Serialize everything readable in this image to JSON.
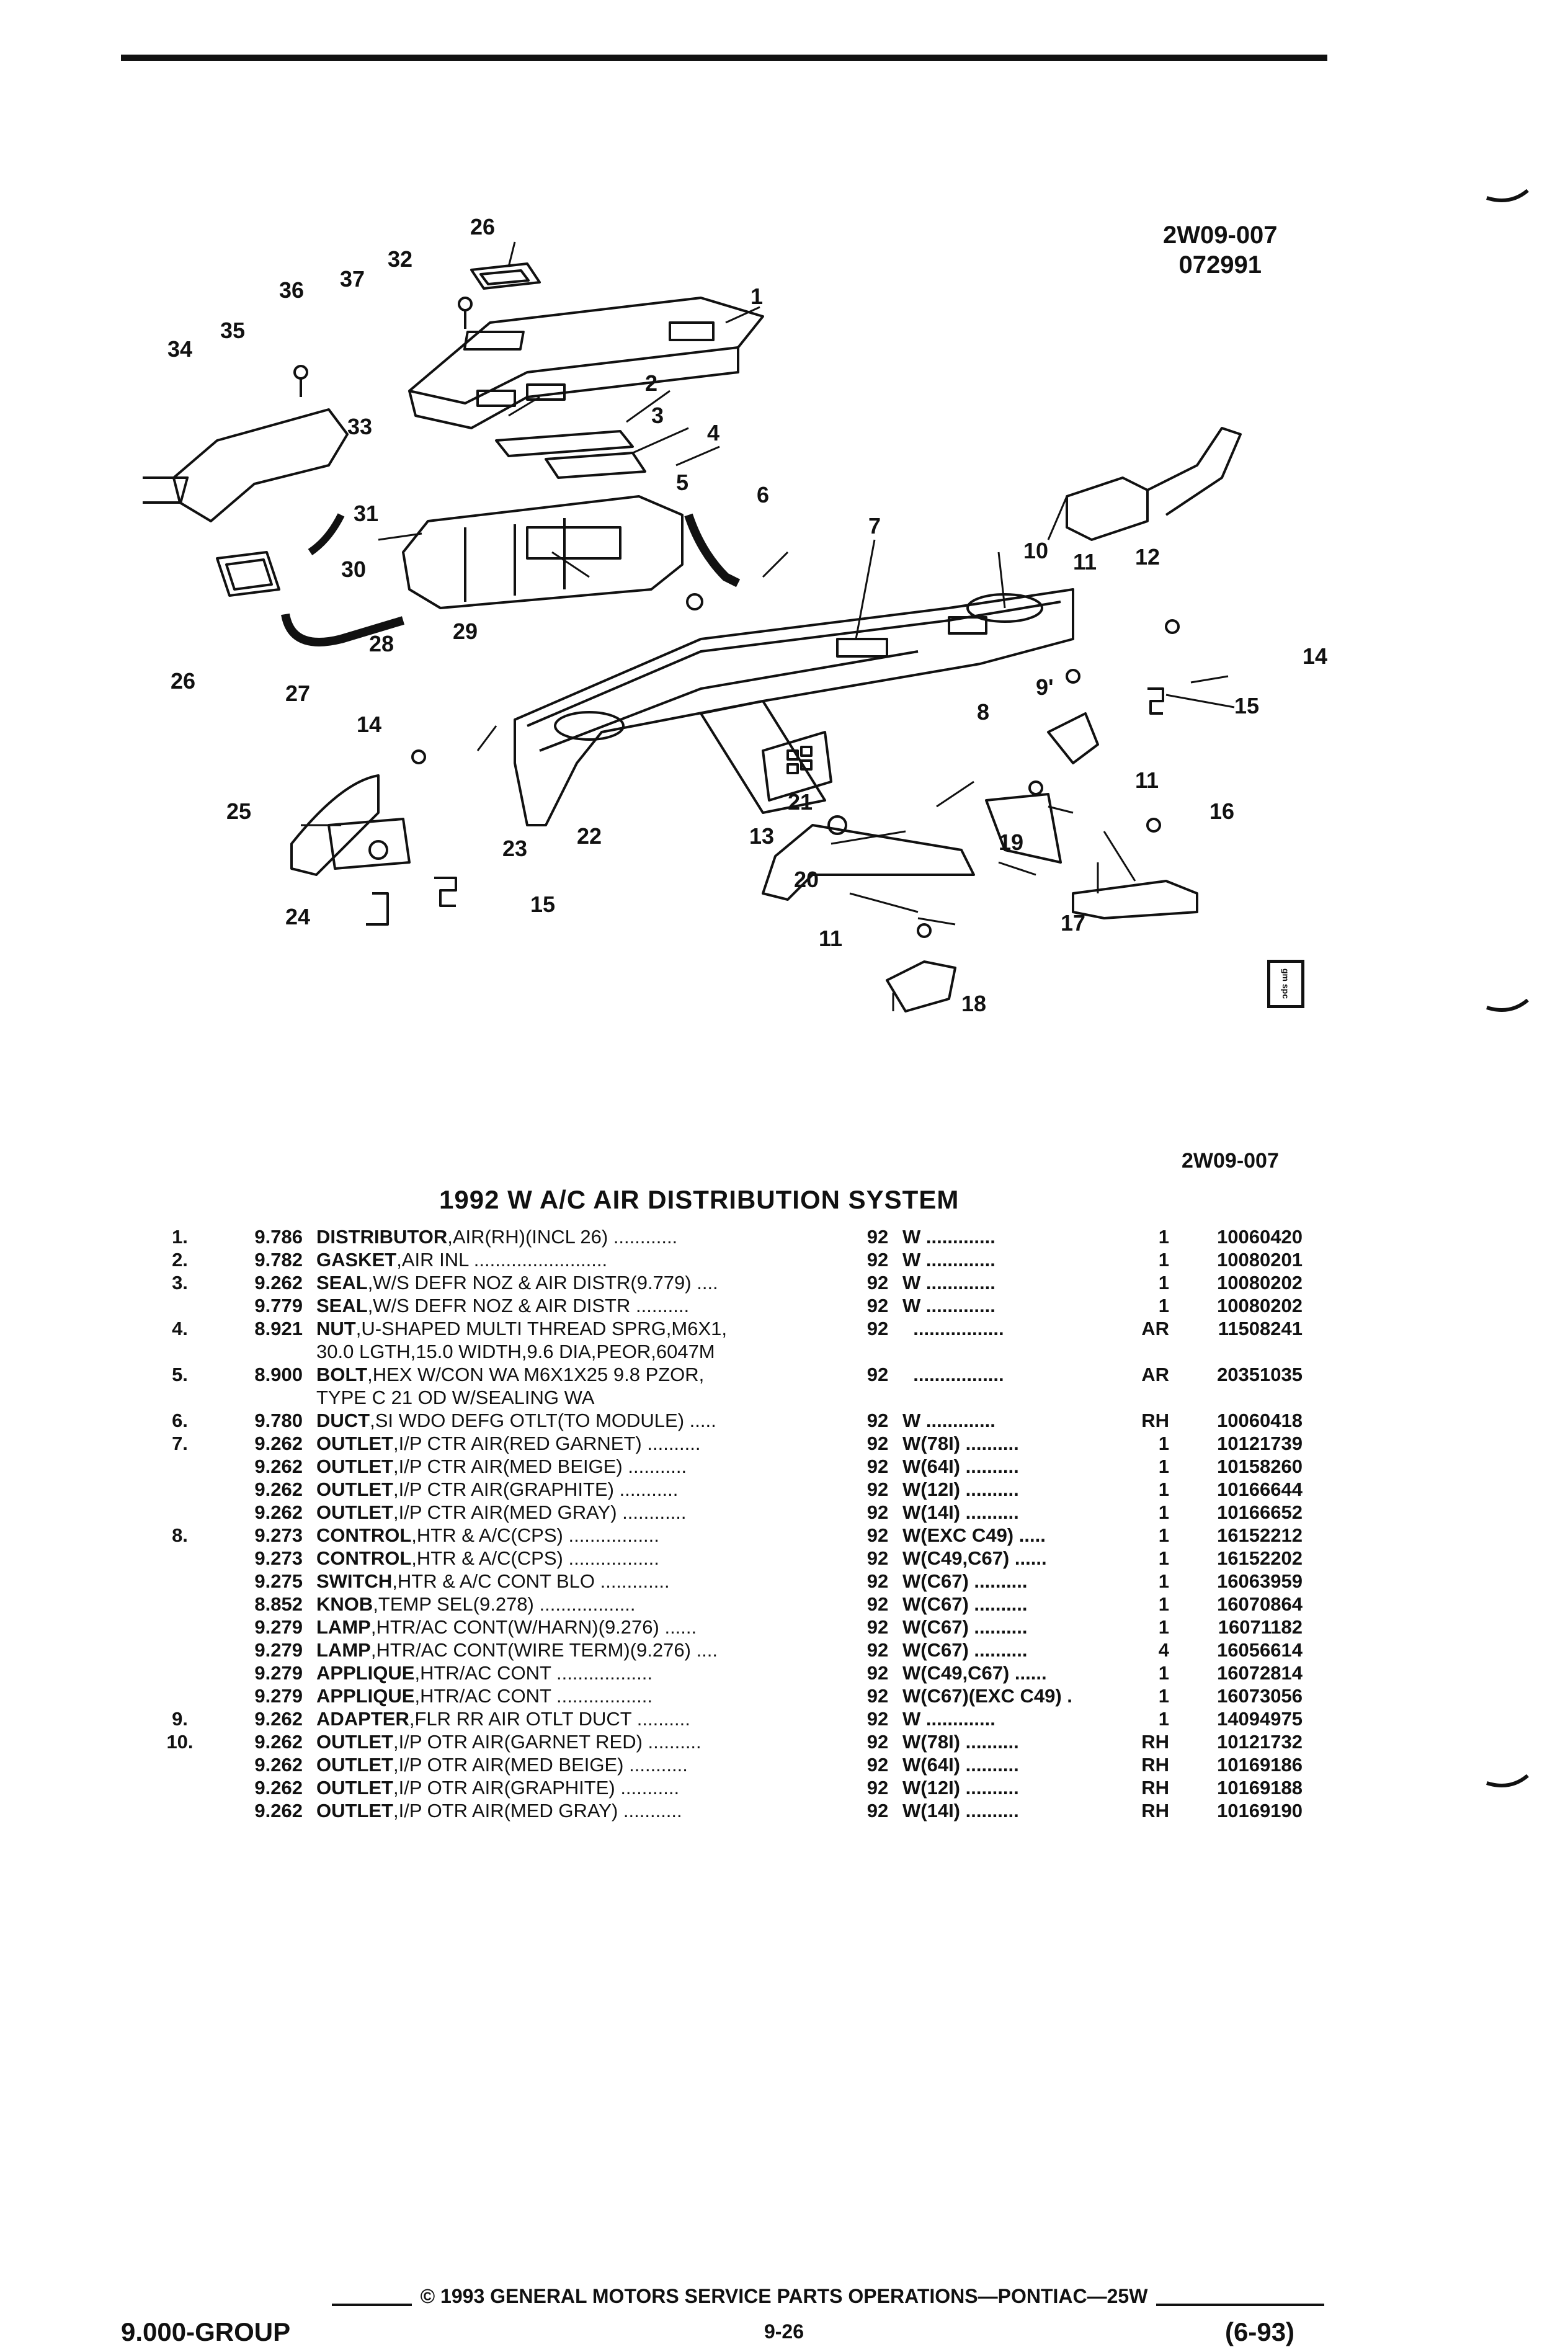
{
  "header": {
    "figure_code": "2W09-007",
    "figure_date": "072991"
  },
  "diagram": {
    "callouts": [
      "26",
      "32",
      "37",
      "36",
      "35",
      "34",
      "1",
      "2",
      "3",
      "4",
      "33",
      "31",
      "5",
      "6",
      "30",
      "7",
      "10",
      "11",
      "12",
      "14",
      "28",
      "29",
      "9'",
      "15",
      "26",
      "27",
      "8",
      "14",
      "11",
      "21",
      "25",
      "13",
      "23",
      "22",
      "19",
      "16",
      "20",
      "15",
      "24",
      "17",
      "11",
      "18"
    ],
    "badge_text": "gm spc"
  },
  "ref_code": "2W09-007",
  "section_title": "1992 W A/C AIR DISTRIBUTION SYSTEM",
  "parts": [
    {
      "item": "1.",
      "group": "9.786",
      "name": "DISTRIBUTOR",
      "desc": ",AIR(RH)(INCL 26)",
      "dots": " ............",
      "year": "92",
      "model": "W",
      "mdots": " .............",
      "qty": "1",
      "part": "10060420"
    },
    {
      "item": "2.",
      "group": "9.782",
      "name": "GASKET",
      "desc": ",AIR INL",
      "dots": " .........................",
      "year": "92",
      "model": "W",
      "mdots": " .............",
      "qty": "1",
      "part": "10080201"
    },
    {
      "item": "3.",
      "group": "9.262",
      "name": "SEAL",
      "desc": ",W/S DEFR NOZ & AIR DISTR(9.779)",
      "dots": " ....",
      "year": "92",
      "model": "W",
      "mdots": " .............",
      "qty": "1",
      "part": "10080202"
    },
    {
      "item": "",
      "group": "9.779",
      "name": "SEAL",
      "desc": ",W/S DEFR NOZ & AIR DISTR",
      "dots": " ..........",
      "year": "92",
      "model": "W",
      "mdots": " .............",
      "qty": "1",
      "part": "10080202"
    },
    {
      "item": "4.",
      "group": "8.921",
      "name": "NUT",
      "desc": ",U-SHAPED MULTI THREAD SPRG,M6X1,",
      "dots": "",
      "year": "92",
      "model": "",
      "mdots": "  .................",
      "qty": "AR",
      "part": "11508241"
    },
    {
      "item": "",
      "group": "",
      "name": "",
      "desc": "30.0 LGTH,15.0 WIDTH,9.6 DIA,PEOR,6047M",
      "dots": "",
      "year": "",
      "model": "",
      "mdots": "",
      "qty": "",
      "part": ""
    },
    {
      "item": "5.",
      "group": "8.900",
      "name": "BOLT",
      "desc": ",HEX W/CON WA M6X1X25 9.8 PZOR,",
      "dots": "",
      "year": "92",
      "model": "",
      "mdots": "  .................",
      "qty": "AR",
      "part": "20351035"
    },
    {
      "item": "",
      "group": "",
      "name": "",
      "desc": "TYPE C 21 OD W/SEALING WA",
      "dots": "",
      "year": "",
      "model": "",
      "mdots": "",
      "qty": "",
      "part": ""
    },
    {
      "item": "6.",
      "group": "9.780",
      "name": "DUCT",
      "desc": ",SI WDO DEFG OTLT(TO MODULE)",
      "dots": " .....",
      "year": "92",
      "model": "W",
      "mdots": " .............",
      "qty": "RH",
      "part": "10060418"
    },
    {
      "item": "7.",
      "group": "9.262",
      "name": "OUTLET",
      "desc": ",I/P CTR AIR(RED GARNET)",
      "dots": " ..........",
      "year": "92",
      "model": "W(78I)",
      "mdots": " ..........",
      "qty": "1",
      "part": "10121739"
    },
    {
      "item": "",
      "group": "9.262",
      "name": "OUTLET",
      "desc": ",I/P CTR AIR(MED BEIGE)",
      "dots": " ...........",
      "year": "92",
      "model": "W(64I)",
      "mdots": " ..........",
      "qty": "1",
      "part": "10158260"
    },
    {
      "item": "",
      "group": "9.262",
      "name": "OUTLET",
      "desc": ",I/P CTR AIR(GRAPHITE)",
      "dots": " ...........",
      "year": "92",
      "model": "W(12I)",
      "mdots": " ..........",
      "qty": "1",
      "part": "10166644"
    },
    {
      "item": "",
      "group": "9.262",
      "name": "OUTLET",
      "desc": ",I/P CTR AIR(MED GRAY)",
      "dots": " ............",
      "year": "92",
      "model": "W(14I)",
      "mdots": " ..........",
      "qty": "1",
      "part": "10166652"
    },
    {
      "item": "8.",
      "group": "9.273",
      "name": "CONTROL",
      "desc": ",HTR & A/C(CPS)",
      "dots": " .................",
      "year": "92",
      "model": "W(EXC C49)",
      "mdots": " .....",
      "qty": "1",
      "part": "16152212"
    },
    {
      "item": "",
      "group": "9.273",
      "name": "CONTROL",
      "desc": ",HTR & A/C(CPS)",
      "dots": " .................",
      "year": "92",
      "model": "W(C49,C67)",
      "mdots": " ......",
      "qty": "1",
      "part": "16152202"
    },
    {
      "item": "",
      "group": "9.275",
      "name": "SWITCH",
      "desc": ",HTR & A/C CONT BLO",
      "dots": " .............",
      "year": "92",
      "model": "W(C67)",
      "mdots": " ..........",
      "qty": "1",
      "part": "16063959"
    },
    {
      "item": "",
      "group": "8.852",
      "name": "KNOB",
      "desc": ",TEMP SEL(9.278)",
      "dots": " ..................",
      "year": "92",
      "model": "W(C67)",
      "mdots": " ..........",
      "qty": "1",
      "part": "16070864"
    },
    {
      "item": "",
      "group": "9.279",
      "name": "LAMP",
      "desc": ",HTR/AC CONT(W/HARN)(9.276)",
      "dots": " ......",
      "year": "92",
      "model": "W(C67)",
      "mdots": " ..........",
      "qty": "1",
      "part": "16071182"
    },
    {
      "item": "",
      "group": "9.279",
      "name": "LAMP",
      "desc": ",HTR/AC CONT(WIRE TERM)(9.276)",
      "dots": " ....",
      "year": "92",
      "model": "W(C67)",
      "mdots": " ..........",
      "qty": "4",
      "part": "16056614"
    },
    {
      "item": "",
      "group": "9.279",
      "name": "APPLIQUE",
      "desc": ",HTR/AC CONT",
      "dots": " ..................",
      "year": "92",
      "model": "W(C49,C67)",
      "mdots": " ......",
      "qty": "1",
      "part": "16072814"
    },
    {
      "item": "",
      "group": "9.279",
      "name": "APPLIQUE",
      "desc": ",HTR/AC CONT",
      "dots": " ..................",
      "year": "92",
      "model": "W(C67)(EXC C49)",
      "mdots": " .",
      "qty": "1",
      "part": "16073056"
    },
    {
      "item": "9.",
      "group": "9.262",
      "name": "ADAPTER",
      "desc": ",FLR RR AIR OTLT DUCT",
      "dots": " ..........",
      "year": "92",
      "model": "W",
      "mdots": " .............",
      "qty": "1",
      "part": "14094975"
    },
    {
      "item": "10.",
      "group": "9.262",
      "name": "OUTLET",
      "desc": ",I/P OTR AIR(GARNET RED)",
      "dots": " ..........",
      "year": "92",
      "model": "W(78I)",
      "mdots": " ..........",
      "qty": "RH",
      "part": "10121732"
    },
    {
      "item": "",
      "group": "9.262",
      "name": "OUTLET",
      "desc": ",I/P OTR AIR(MED BEIGE)",
      "dots": " ...........",
      "year": "92",
      "model": "W(64I)",
      "mdots": " ..........",
      "qty": "RH",
      "part": "10169186"
    },
    {
      "item": "",
      "group": "9.262",
      "name": "OUTLET",
      "desc": ",I/P OTR AIR(GRAPHITE)",
      "dots": " ...........",
      "year": "92",
      "model": "W(12I)",
      "mdots": " ..........",
      "qty": "RH",
      "part": "10169188"
    },
    {
      "item": "",
      "group": "9.262",
      "name": "OUTLET",
      "desc": ",I/P OTR AIR(MED GRAY)",
      "dots": " ...........",
      "year": "92",
      "model": "W(14I)",
      "mdots": " ..........",
      "qty": "RH",
      "part": "10169190"
    }
  ],
  "footer": {
    "copyright": "© 1993 GENERAL MOTORS SERVICE PARTS OPERATIONS—PONTIAC—25W",
    "group": "9.000-GROUP",
    "page": "9-26",
    "revision": "(6-93)"
  }
}
